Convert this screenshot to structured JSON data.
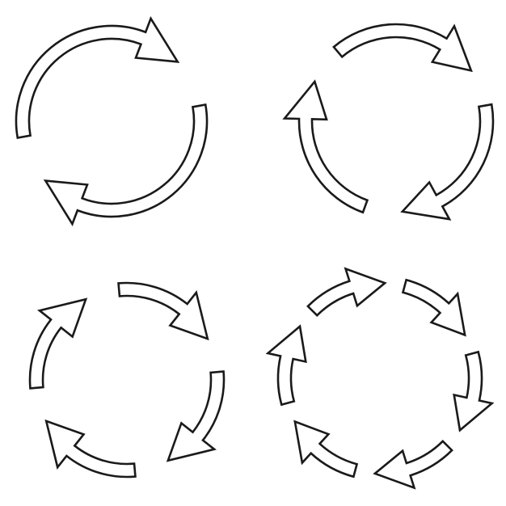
{
  "style": {
    "stroke_color": "#1a1a1a",
    "background_color": "#ffffff"
  },
  "icons": [
    {
      "name": "refresh-two-arrows-icon",
      "arrow_count": 2
    },
    {
      "name": "refresh-three-arrows-icon",
      "arrow_count": 3
    },
    {
      "name": "refresh-four-arrows-icon",
      "arrow_count": 4
    },
    {
      "name": "refresh-six-arrows-icon",
      "arrow_count": 6
    }
  ]
}
